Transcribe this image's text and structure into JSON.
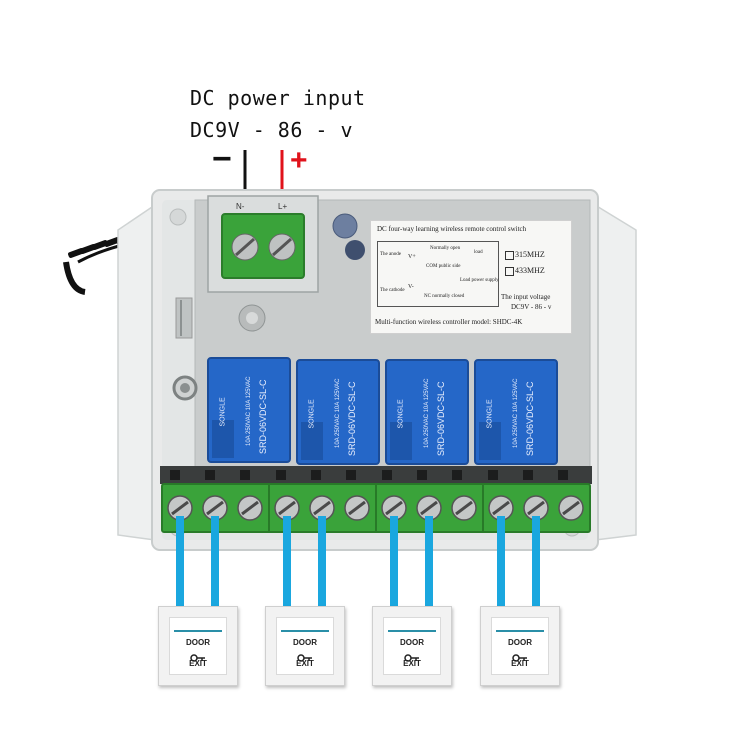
{
  "annotation": {
    "line1": "DC power input",
    "line2": "DC9V - 86 - v",
    "minus": "−",
    "plus": "+"
  },
  "terminal_labels": {
    "negative": "N-",
    "positive": "L+"
  },
  "label_card": {
    "title": "DC four-way learning wireless remote control switch",
    "freq_315": "315MHZ",
    "freq_433": "433MHZ",
    "voltage_line1": "The input voltage",
    "voltage_line2": "DC9V - 86 - v",
    "model": "Multi-function wireless controller model: SHDC-4K",
    "diagram_anode": "The anode",
    "diagram_cathode": "The cathode",
    "diagram_no": "Normally open",
    "diagram_com": "COM public side",
    "diagram_nc": "NC normally closed",
    "diagram_load": "load",
    "diagram_supply": "Load power supply",
    "diagram_vplus": "V+",
    "diagram_vminus": "V-"
  },
  "relays": [
    {
      "brand": "SONGLE",
      "model": "SRD-06VDC-SL-C",
      "rating": "10A 250VAC 10A 125VAC"
    },
    {
      "brand": "SONGLE",
      "model": "SRD-06VDC-SL-C",
      "rating": "10A 250VAC 10A 125VAC"
    },
    {
      "brand": "SONGLE",
      "model": "SRD-06VDC-SL-C",
      "rating": "10A 250VAC 10A 125VAC"
    },
    {
      "brand": "SONGLE",
      "model": "SRD-06VDC-SL-C",
      "rating": "10A 250VAC 10A 125VAC"
    }
  ],
  "switches": [
    {
      "top": "DOOR",
      "bottom": "EXIT"
    },
    {
      "top": "DOOR",
      "bottom": "EXIT"
    },
    {
      "top": "DOOR",
      "bottom": "EXIT"
    },
    {
      "top": "DOOR",
      "bottom": "EXIT"
    }
  ],
  "colors": {
    "terminal_green": "#3aa33a",
    "relay_blue": "#2567c8",
    "wire_blue": "#1aa7df",
    "plus_red": "#e0121b",
    "case_gray": "#e9eaea"
  },
  "icons": {
    "key": "key-icon"
  }
}
